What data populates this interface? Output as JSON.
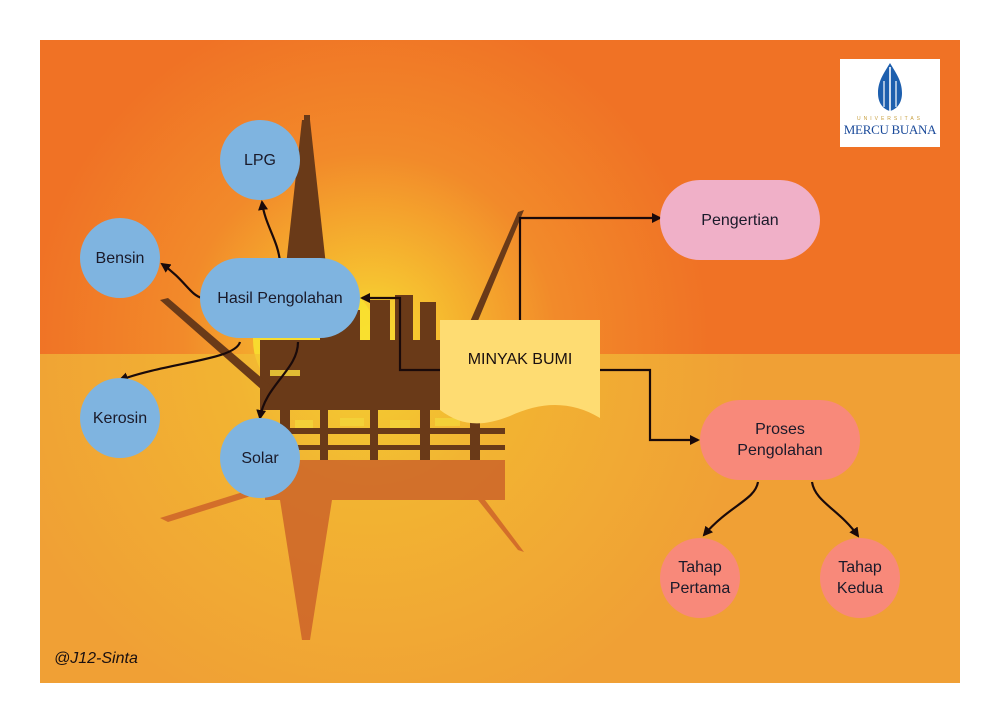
{
  "diagram": {
    "type": "mind-map",
    "central_topic": "MINYAK BUMI",
    "branches": {
      "definition": "Pengertian",
      "process": {
        "label": "Proses Pengolahan",
        "label_lines": [
          "Proses",
          "Pengolahan"
        ],
        "children": [
          {
            "label": "Tahap Pertama",
            "lines": [
              "Tahap",
              "Pertama"
            ]
          },
          {
            "label": "Tahap Kedua",
            "lines": [
              "Tahap",
              "Kedua"
            ]
          }
        ]
      },
      "products": {
        "label": "Hasil Pengolahan",
        "children": [
          {
            "label": "LPG"
          },
          {
            "label": "Bensin"
          },
          {
            "label": "Kerosin"
          },
          {
            "label": "Solar"
          }
        ]
      }
    }
  },
  "logo": {
    "subtitle": "UNIVERSITAS",
    "name": "MERCU BUANA"
  },
  "credit": "@J12-Sinta",
  "colors": {
    "sky": "#f07225",
    "ground": "#f0a035",
    "sun": "#f8e030",
    "rig": "#6a3a18",
    "product_nodes": "#7fb4e0",
    "definition_node": "#f0b0c8",
    "process_nodes": "#f8897a",
    "central_node": "#fedc72",
    "arrows": "#1a0a0a"
  }
}
